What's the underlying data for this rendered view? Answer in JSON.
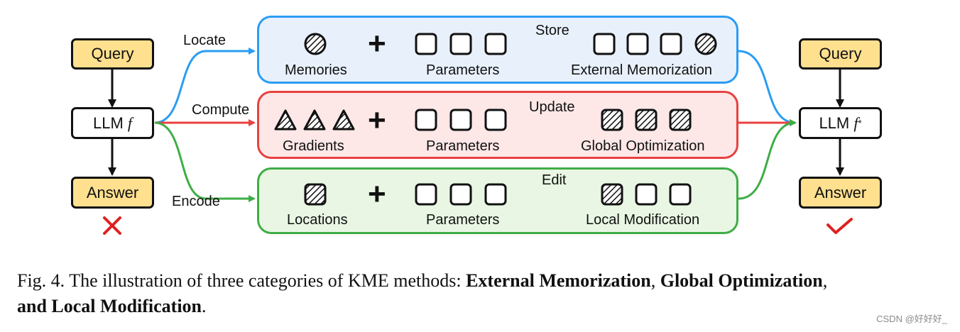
{
  "left": {
    "query": "Query",
    "llm": "LLM",
    "llm_sym": "f",
    "answer": "Answer",
    "status_icon": "cross-icon",
    "status_color": "#e02020"
  },
  "right": {
    "query": "Query",
    "llm": "LLM",
    "llm_sym": "f",
    "llm_sup": "*",
    "answer": "Answer",
    "status_icon": "check-icon",
    "status_color": "#e02020"
  },
  "edges": {
    "top": "Locate",
    "middle": "Compute",
    "bottom": "Encode"
  },
  "colors": {
    "blue": "#2a9df4",
    "red": "#e8413f",
    "green": "#3fad46",
    "blue_fill": "#e8f0fb",
    "red_fill": "#fde7e7",
    "green_fill": "#e8f6e3",
    "node_yellow": "#ffe08f"
  },
  "panels": [
    {
      "source": "Memories",
      "source_icon": "hatched-circle-icon",
      "params": "Parameters",
      "verb": "Store",
      "result": "External Memorization"
    },
    {
      "source": "Gradients",
      "source_icon": "hatched-triangle-icon",
      "params": "Parameters",
      "verb": "Update",
      "result": "Global Optimization"
    },
    {
      "source": "Locations",
      "source_icon": "hatched-square-icon",
      "params": "Parameters",
      "verb": "Edit",
      "result": "Local Modification"
    }
  ],
  "caption": {
    "prefix": "Fig. 4.  The illustration of three categories of KME methods: ",
    "term1": "External Memorization",
    "sep1": ", ",
    "term2": "Global Optimization",
    "sep2": ",",
    "term3": "and Local Modification",
    "end": "."
  },
  "watermark": "CSDN @好好好_"
}
